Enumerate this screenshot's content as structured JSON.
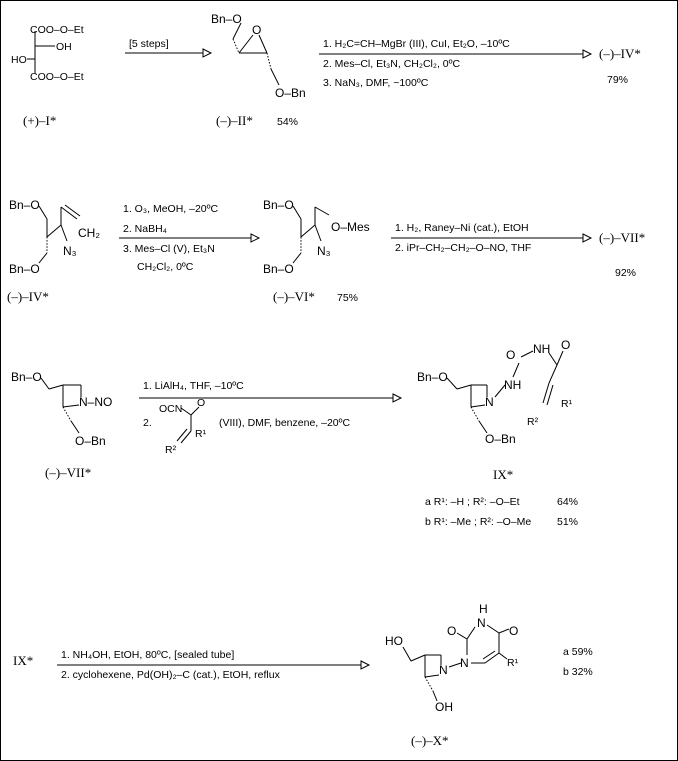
{
  "step1": {
    "sm_group_top": "COO–O–Et",
    "sm_oh_right": "OH",
    "sm_ho_left": "HO",
    "sm_group_bottom": "COO–O–Et",
    "sm_label": "(+)–I*",
    "arrow_label": "[5 steps]",
    "ep_bn_top": "Bn–O",
    "ep_o_ring": "O",
    "ep_o_bn": "O–Bn",
    "ep_label": "(–)–II*",
    "ep_yield": "54%",
    "cond1": "1. H₂C=CH–MgBr (III), CuI, Et₂O, –10ºC",
    "cond2": "2. Mes–Cl, Et₃N, CH₂Cl₂, 0ºC",
    "cond3": "3. NaN₃, DMF, ~100ºC",
    "product_label": "(–)–IV*",
    "product_yield": "79%"
  },
  "step2": {
    "iv_bn_top": "Bn–O",
    "iv_ch2": "CH₂",
    "iv_n3": "N₃",
    "iv_bn_bottom": "Bn–O",
    "iv_label": "(–)–IV*",
    "cond1": "1. O₃, MeOH, –20ºC",
    "cond2": "2. NaBH₄",
    "cond3": "3. Mes–Cl (V), Et₃N",
    "cond4": "CH₂Cl₂, 0ºC",
    "vi_bn_top": "Bn–O",
    "vi_omes": "O–Mes",
    "vi_n3": "N₃",
    "vi_bn_bottom": "Bn–O",
    "vi_label": "(–)–VI*",
    "vi_yield": "75%",
    "cond5": "1. H₂, Raney–Ni (cat.), EtOH",
    "cond6": "2. iPr–CH₂–CH₂–O–NO, THF",
    "product_label": "(–)–VII*",
    "product_yield": "92%"
  },
  "step3": {
    "vii_bn": "Bn–O",
    "vii_nno": "N–NO",
    "vii_obn": "O–Bn",
    "vii_label": "(–)–VII*",
    "cond1": "1. LiAlH₄, THF, –10ºC",
    "cond2_num": "2.",
    "reagent_ocn": "OCN",
    "reagent_o": "O",
    "reagent_r1": "R¹",
    "reagent_r2": "R²",
    "cond2_rest": "(VIII), DMF, benzene, –20ºC",
    "ix_bn": "Bn–O",
    "ix_n": "N",
    "ix_nh": "NH",
    "ix_o_urea": "O",
    "ix_hn": "NH",
    "ix_o_ketone": "O",
    "ix_r1": "R¹",
    "ix_r2": "R²",
    "ix_obn": "O–Bn",
    "ix_label": "IX*",
    "variant_a": "a R¹: –H ; R²: –O–Et",
    "variant_a_yield": "64%",
    "variant_b": "b R¹: –Me ; R²: –O–Me",
    "variant_b_yield": "51%"
  },
  "step4": {
    "sm_label": "IX*",
    "cond1": "1. NH₄OH, EtOH, 80ºC, [sealed tube]",
    "cond2": "2. cyclohexene, Pd(OH)₂–C (cat.), EtOH, reflux",
    "x_ho": "HO",
    "x_n": "N",
    "x_n2": "N",
    "x_o_left": "O",
    "x_h": "H",
    "x_n_top": "N",
    "x_o_right": "O",
    "x_r1": "R¹",
    "x_oh": "OH",
    "x_label": "(–)–X*",
    "yield_a": "a 59%",
    "yield_b": "b 32%"
  }
}
